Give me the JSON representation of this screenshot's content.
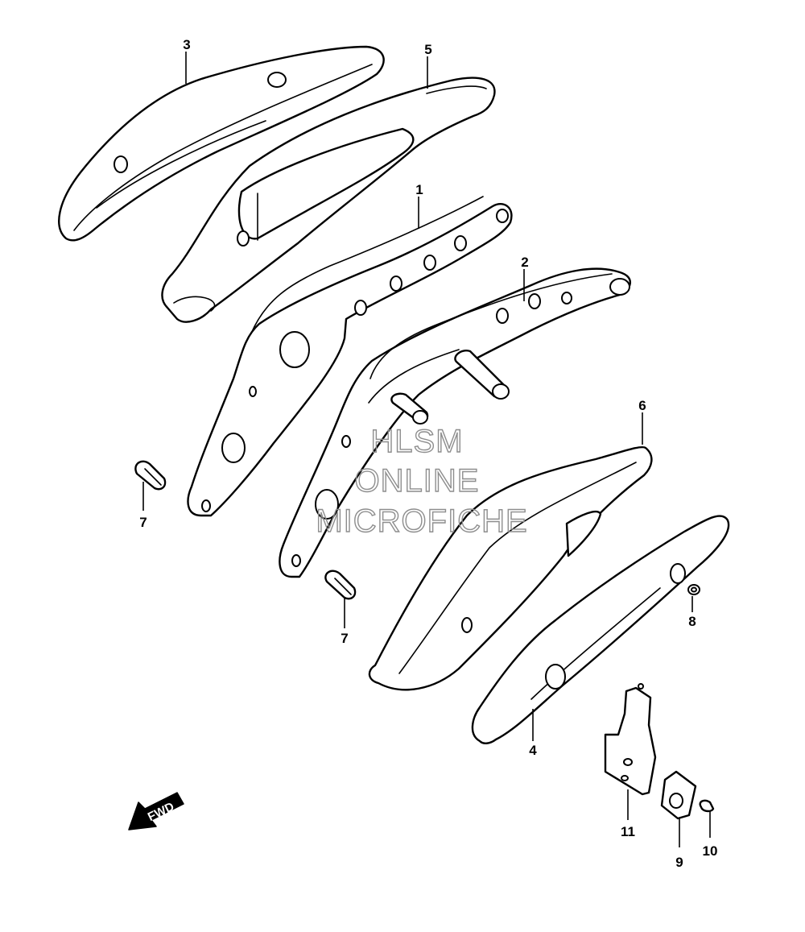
{
  "callouts": {
    "c1": "1",
    "c2": "2",
    "c3": "3",
    "c4": "4",
    "c5": "5",
    "c6": "6",
    "c7a": "7",
    "c7b": "7",
    "c8": "8",
    "c9": "9",
    "c10": "10",
    "c11": "11"
  },
  "watermark": {
    "line1": "HLSM",
    "line2": "ONLINE",
    "line3": "MICROFICHE"
  },
  "fwd_arrow": {
    "label": "FWD"
  }
}
